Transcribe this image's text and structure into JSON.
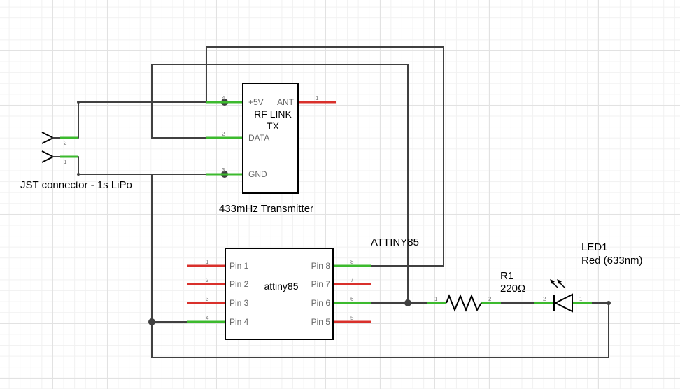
{
  "rf_module": {
    "title_line1": "RF LINK",
    "title_line2": "TX",
    "pins": [
      {
        "num": "4",
        "label": "+5V"
      },
      {
        "num": "2",
        "label": "DATA"
      },
      {
        "num": "3",
        "label": "GND"
      },
      {
        "num": "1",
        "label": "ANT"
      }
    ],
    "caption": "433mHz Transmitter"
  },
  "jst": {
    "label": "JST connector - 1s LiPo",
    "pins": [
      "2",
      "1"
    ]
  },
  "attiny": {
    "header": "ATTINY85",
    "title": "attiny85",
    "left_pins": [
      {
        "num": "1",
        "label": "Pin 1"
      },
      {
        "num": "2",
        "label": "Pin 2"
      },
      {
        "num": "3",
        "label": "Pin 3"
      },
      {
        "num": "4",
        "label": "Pin 4"
      }
    ],
    "right_pins": [
      {
        "num": "8",
        "label": "Pin 8"
      },
      {
        "num": "7",
        "label": "Pin 7"
      },
      {
        "num": "6",
        "label": "Pin 6"
      },
      {
        "num": "5",
        "label": "Pin 5"
      }
    ]
  },
  "resistor": {
    "ref": "R1",
    "value": "220Ω",
    "pins": [
      "1",
      "2"
    ]
  },
  "led": {
    "ref": "LED1",
    "value": "Red (633nm)",
    "pins": [
      "2",
      "1"
    ]
  },
  "colors": {
    "connected_pin": "#3cba2e",
    "unconnected_pin": "#d9302b",
    "wire": "#404040"
  }
}
